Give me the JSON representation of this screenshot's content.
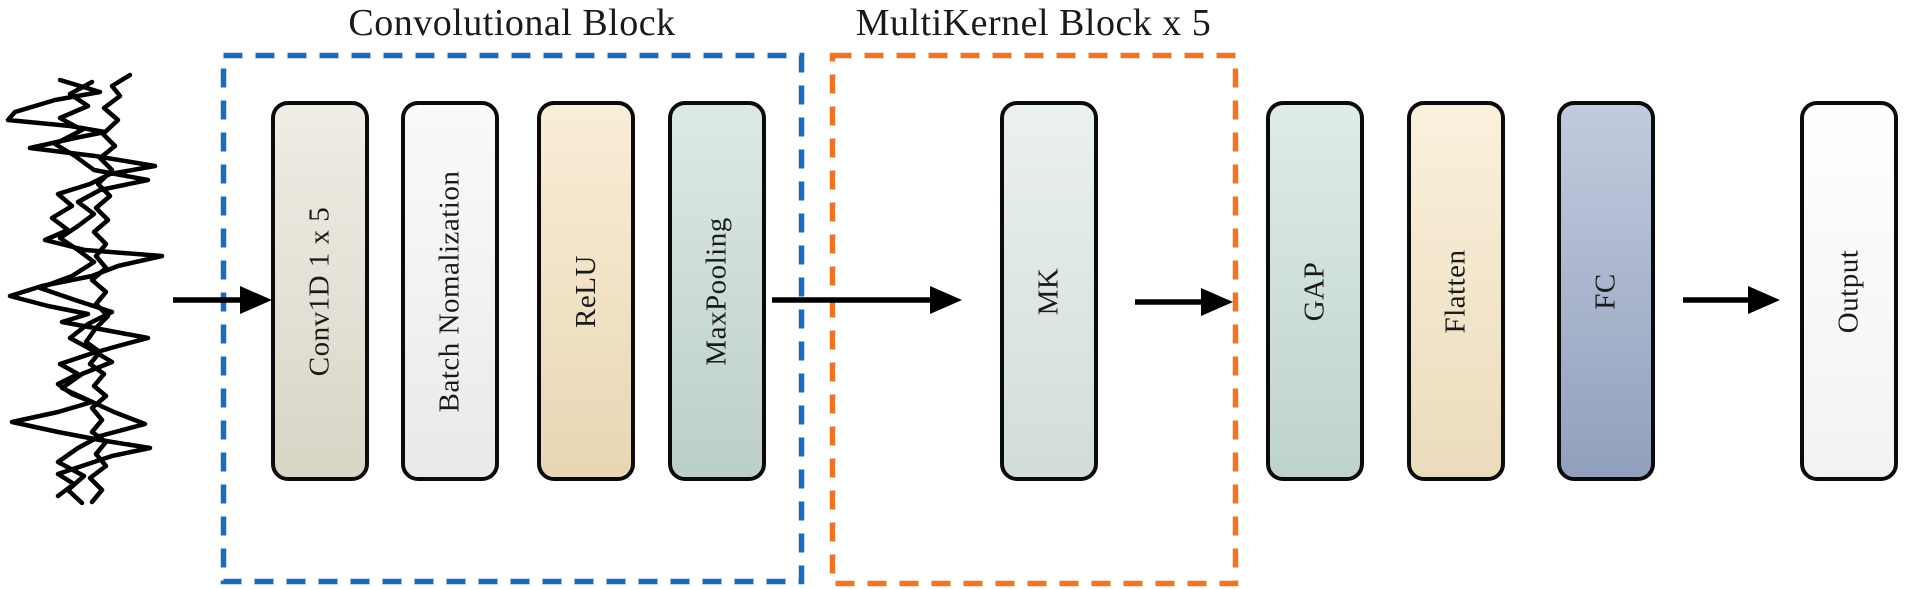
{
  "figure": {
    "background": "#ffffff",
    "text_color": "#1a1a1a",
    "arrow_color": "#000000",
    "signal_color": "#000000",
    "block_border_color": "#0b0b0b",
    "groups": [
      {
        "title": "Convolutional Block",
        "accent": "#1d6ab8",
        "repeat": ""
      },
      {
        "title": "MultiKernel Block x 5",
        "accent": "#ed7528",
        "repeat": "x 5"
      }
    ],
    "blocks": [
      {
        "label": "Conv1D 1 x 5",
        "fill": "#e4e1d2",
        "group": "Convolutional Block"
      },
      {
        "label": "Batch Nomalization",
        "fill": "#f6f6f6",
        "group": "Convolutional Block"
      },
      {
        "label": "ReLU",
        "fill": "#f5e2bd",
        "group": "Convolutional Block"
      },
      {
        "label": "MaxPooling",
        "fill": "#c6dad2",
        "group": "Convolutional Block"
      },
      {
        "label": "MK",
        "fill": "#dde8e6",
        "group": "MultiKernel Block x 5"
      },
      {
        "label": "GAP",
        "fill": "#c9ded6",
        "group": ""
      },
      {
        "label": "Flatten",
        "fill": "#f7e7c5",
        "group": ""
      },
      {
        "label": "FC",
        "fill": "#9aa8c7",
        "group": ""
      },
      {
        "label": "Output",
        "fill": "#ffffff",
        "group": ""
      }
    ],
    "icons": {
      "waveform": "input-signal-waveform",
      "arrows": [
        "arrow-right-icon",
        "arrow-right-icon",
        "arrow-right-icon",
        "arrow-right-icon"
      ]
    }
  }
}
